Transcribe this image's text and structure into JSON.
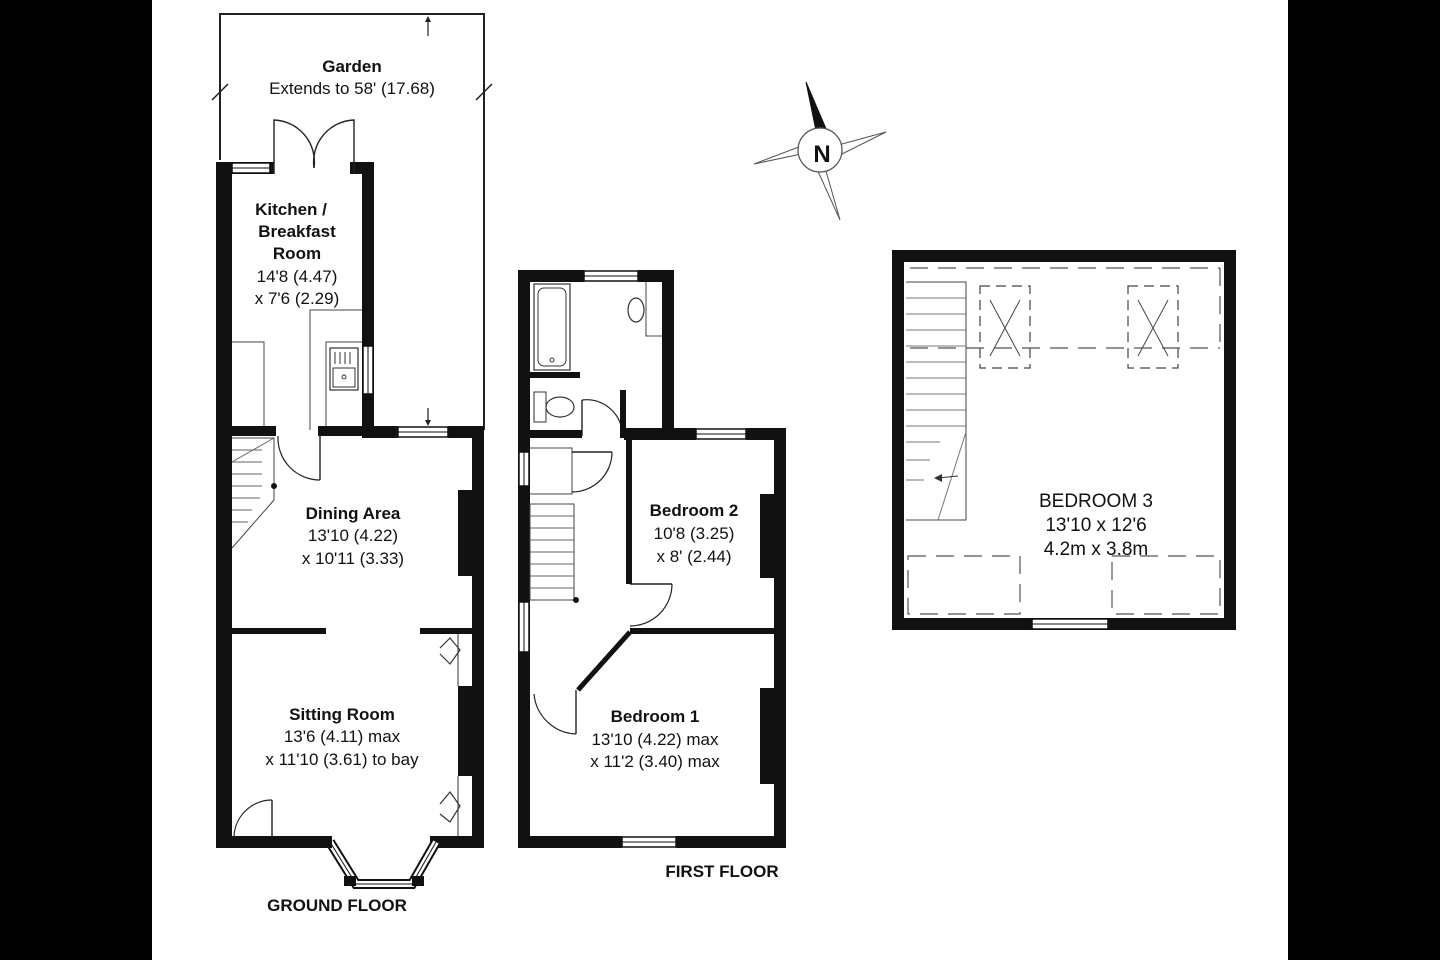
{
  "floors": {
    "ground": {
      "title": "GROUND FLOOR",
      "rooms": {
        "garden": {
          "name": "Garden",
          "dim1": "Extends to 58' (17.68)"
        },
        "kitchen": {
          "name1": "Kitchen /",
          "name2": "Breakfast",
          "name3": "Room",
          "dim1": "14'8 (4.47)",
          "dim2": "x 7'6 (2.29)"
        },
        "dining": {
          "name": "Dining Area",
          "dim1": "13'10 (4.22)",
          "dim2": "x 10'11 (3.33)"
        },
        "sitting": {
          "name": "Sitting Room",
          "dim1": "13'6 (4.11) max",
          "dim2": "x 11'10 (3.61) to bay"
        }
      }
    },
    "first": {
      "title": "FIRST FLOOR",
      "rooms": {
        "bedroom2": {
          "name": "Bedroom 2",
          "dim1": "10'8 (3.25)",
          "dim2": "x 8' (2.44)"
        },
        "bedroom1": {
          "name": "Bedroom 1",
          "dim1": "13'10 (4.22) max",
          "dim2": "x 11'2 (3.40) max"
        }
      }
    },
    "loft": {
      "rooms": {
        "bedroom3": {
          "name": "BEDROOM 3",
          "dim1": "13'10 x 12'6",
          "dim2": "4.2m x 3.8m"
        }
      }
    }
  },
  "compass": {
    "letter": "N"
  }
}
